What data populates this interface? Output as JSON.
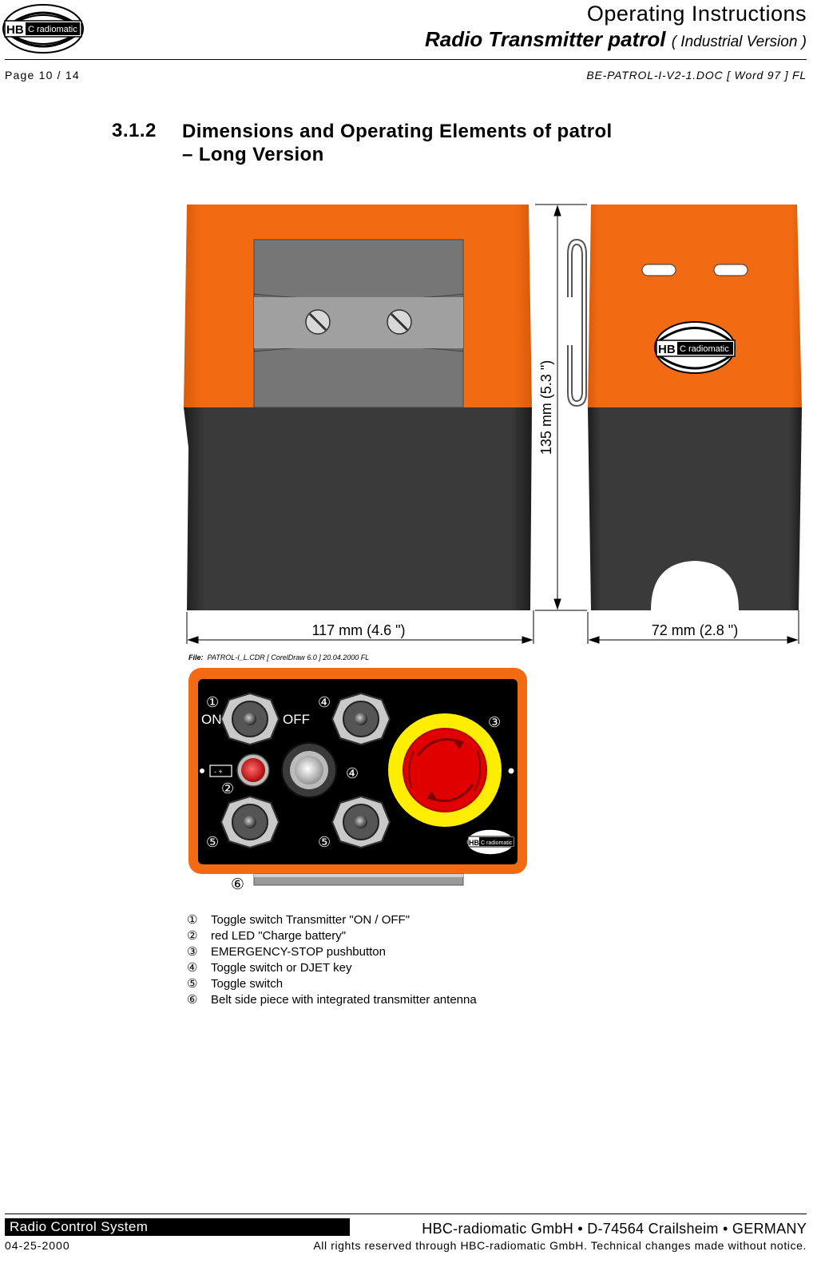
{
  "header": {
    "title": "Operating Instructions",
    "subtitle": "Radio Transmitter patrol",
    "subtitle_paren": "( Industrial Version )",
    "page": "Page 10 / 14",
    "doc_ref": "BE-PATROL-I-V2-1.DOC [ Word 97 ] FL"
  },
  "logo": {
    "text": "HBC radiomatic"
  },
  "section": {
    "number": "3.1.2",
    "title_line1": "Dimensions and Operating Elements of patrol",
    "title_line2": "– Long Version"
  },
  "drawing": {
    "dim_width": "117 mm (4.6 \")",
    "dim_depth": "72 mm (2.8 \")",
    "dim_height": "135 mm (5.3 \")",
    "file_label_prefix": "File:",
    "file_label": "PATROL-I_L.CDR [ CorelDraw 6.0 ] 20.04.2000 FL",
    "panel": {
      "on_label": "ON",
      "off_label": "OFF",
      "battery_label": "- +",
      "markers": [
        "①",
        "②",
        "③",
        "④",
        "④",
        "⑤",
        "⑤",
        "⑥"
      ]
    },
    "colors": {
      "housing_orange": "#f26b12",
      "housing_dark": "#2e2e2e",
      "stop_red": "#e00000",
      "stop_yellow": "#ffee00"
    }
  },
  "legend": [
    {
      "num": "①",
      "text": "Toggle switch Transmitter \"ON / OFF\""
    },
    {
      "num": "②",
      "text": "red LED \"Charge battery\""
    },
    {
      "num": "③",
      "text": "EMERGENCY-STOP pushbutton"
    },
    {
      "num": "④",
      "text": "Toggle switch or DJET key"
    },
    {
      "num": "⑤",
      "text": "Toggle switch"
    },
    {
      "num": "⑥",
      "text": "Belt side piece with integrated transmitter antenna"
    }
  ],
  "footer": {
    "system": "Radio Control System",
    "company": "HBC-radiomatic GmbH • D-74564 Crailsheim • GERMANY",
    "date": "04-25-2000",
    "rights": "All rights reserved through HBC-radiomatic GmbH. Technical changes made without notice."
  }
}
